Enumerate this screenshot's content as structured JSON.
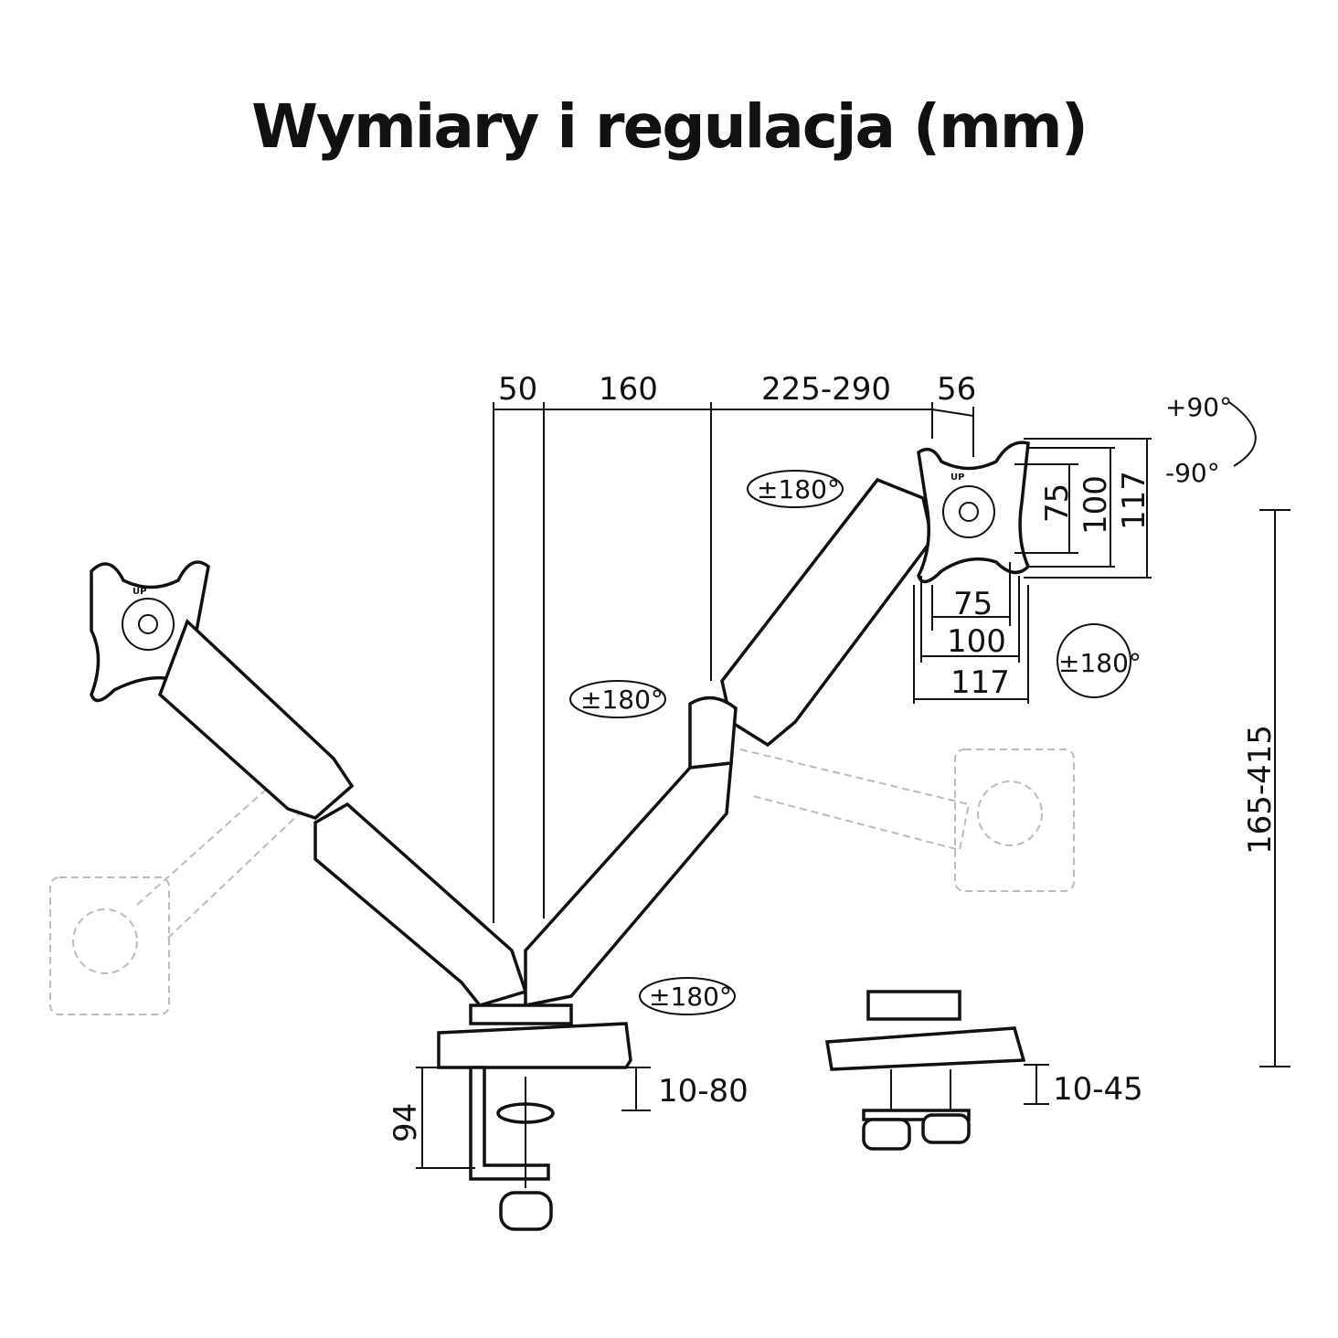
{
  "title": "Wymiary i regulacja (mm)",
  "dimensions": {
    "offset_50": "50",
    "arm_160": "160",
    "arm_225_290": "225-290",
    "plate_offset_56": "56",
    "vesa_h_75": "75",
    "vesa_h_100": "100",
    "vesa_h_117": "117",
    "vesa_v_75": "75",
    "vesa_v_100": "100",
    "vesa_v_117": "117",
    "height_range": "165-415",
    "clamp_depth": "94",
    "clamp_thickness": "10-80",
    "grommet_thickness": "10-45"
  },
  "angles": {
    "tilt_up": "+90°",
    "tilt_down": "-90°",
    "swivel_top": "±180°",
    "rotation_plate": "±180°",
    "swivel_middle": "±180°",
    "swivel_base": "±180°"
  },
  "plate_label": "UP"
}
